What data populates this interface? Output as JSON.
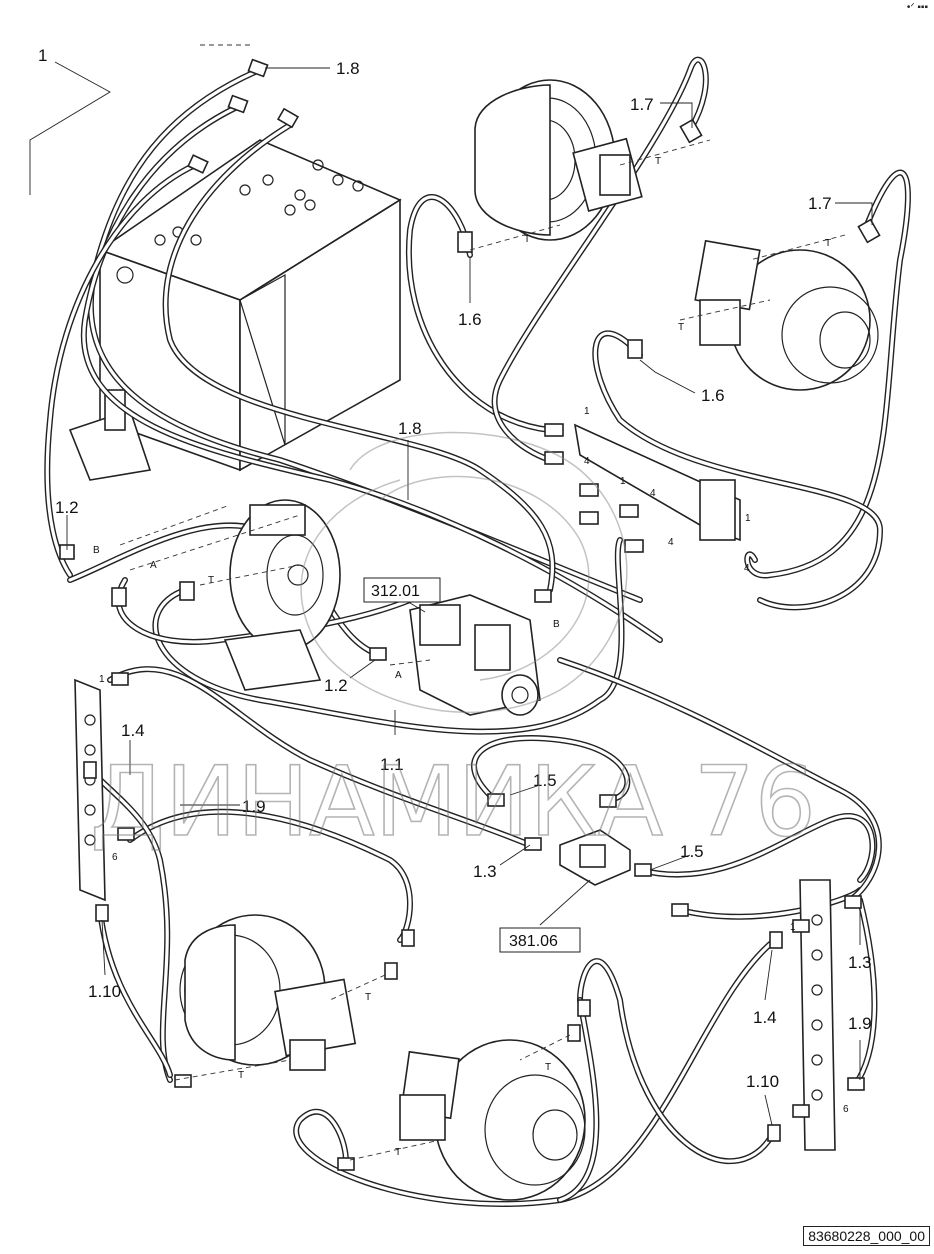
{
  "callouts": {
    "c1": "1",
    "c1_8a": "1.8",
    "c1_8b": "1.8",
    "c1_7a": "1.7",
    "c1_7b": "1.7",
    "c1_6a": "1.6",
    "c1_6b": "1.6",
    "c1_2a": "1.2",
    "c1_2b": "1.2",
    "c1_1": "1.1",
    "c1_4a": "1.4",
    "c1_4b": "1.4",
    "c1_9a": "1.9",
    "c1_9b": "1.9",
    "c1_5a": "1.5",
    "c1_5b": "1.5",
    "c1_3a": "1.3",
    "c1_3b": "1.3",
    "c1_10a": "1.10",
    "c1_10b": "1.10"
  },
  "boxes": {
    "pump": "312.01",
    "valve": "381.06"
  },
  "ports": {
    "T": "T",
    "A": "A",
    "B": "B",
    "p1": "1",
    "p4": "4",
    "p6": "6"
  },
  "watermark": "ДИНАМИКА 76",
  "drawing_id": "83680228_000_00",
  "corner_mark": "•ᐟ ▪▪▪"
}
